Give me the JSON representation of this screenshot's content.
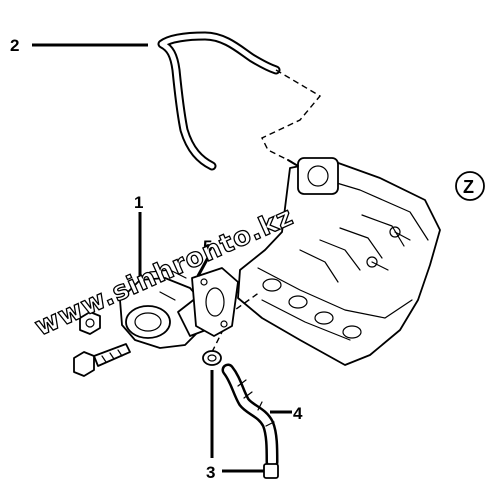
{
  "callouts": {
    "c1": "1",
    "c2": "2",
    "c3": "3",
    "c4": "4",
    "c5": "5"
  },
  "watermark": {
    "text": "www.sinhronto.kz",
    "logo_letter": "Z"
  }
}
